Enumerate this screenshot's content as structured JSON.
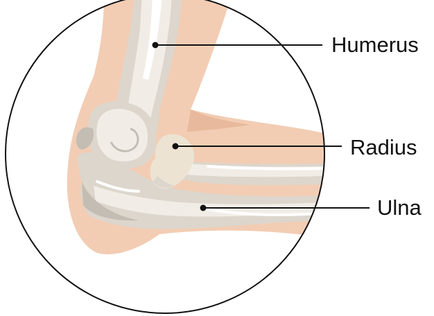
{
  "labels": {
    "humerus": "Humerus",
    "radius": "Radius",
    "ulna": "Ulna"
  },
  "colors": {
    "background": "#ffffff",
    "skin": "#f2cdb4",
    "skin_shadow": "#e8b99c",
    "bone_light": "#f1ede6",
    "bone_mid": "#dcd6cd",
    "bone_dark": "#c3bdb4",
    "bone_highlight": "#ffffff",
    "radius_fill": "#ece3d2",
    "outline": "#111111",
    "leader_line": "#111111"
  }
}
